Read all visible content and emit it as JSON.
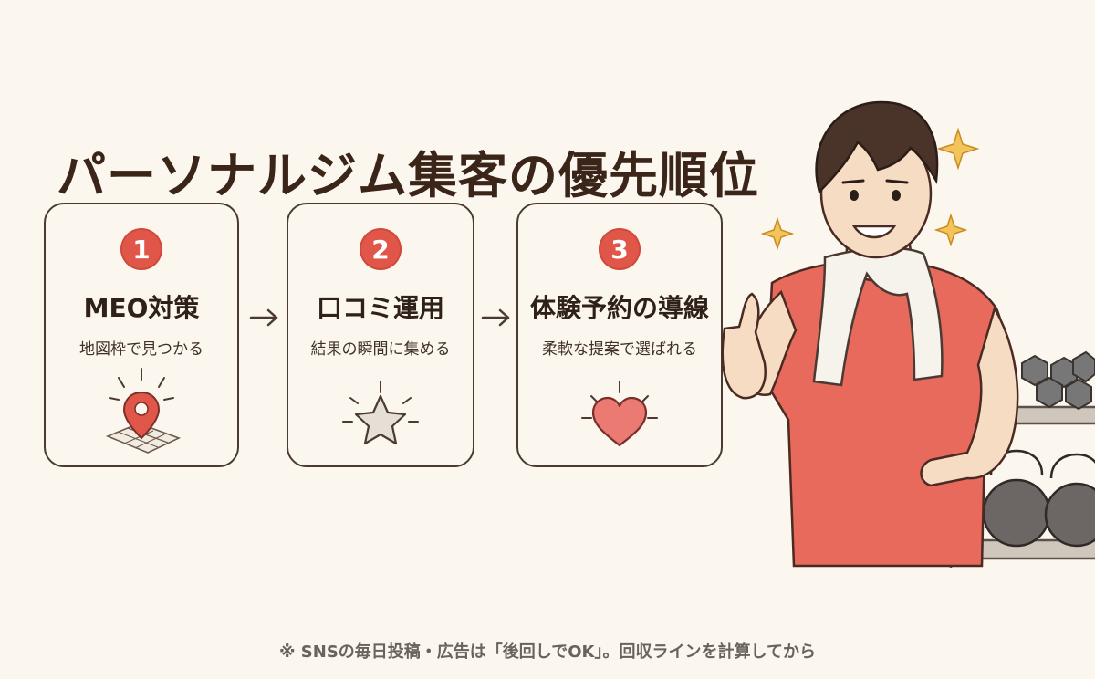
{
  "title": "パーソナルジム集客の優先順位",
  "cards": [
    {
      "number": "1",
      "title": "MEO対策",
      "subtitle": "地図枠で見つかる",
      "icon": "map-pin-icon"
    },
    {
      "number": "2",
      "title": "口コミ運用",
      "subtitle": "結果の瞬間に集める",
      "icon": "star-icon"
    },
    {
      "number": "3",
      "title": "体験予約の導線",
      "subtitle": "柔軟な提案で選ばれる",
      "icon": "heart-icon"
    }
  ],
  "arrows": [
    "→",
    "→"
  ],
  "footer": "※ SNSの毎日投稿・広告は「後回しでOK」。回収ラインを計算してから",
  "colors": {
    "background": "#fbf7ee",
    "accent_red": "#e0574a",
    "text_dark": "#3b2519",
    "shirt_red": "#e76a5d",
    "sparkle_gold": "#e2a93b"
  }
}
